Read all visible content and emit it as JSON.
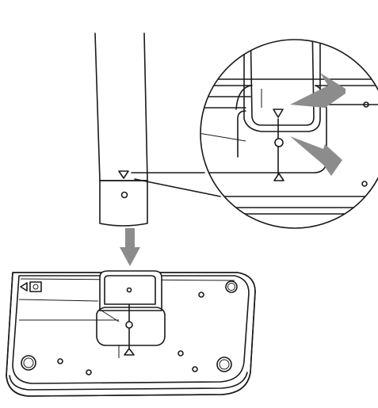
{
  "diagram": {
    "caption": "",
    "steps": [
      {
        "name": "insert-pole-into-base",
        "arrow_color": "#8c8c8c"
      }
    ],
    "icons": [
      "lock-icon",
      "alignment-triangle-marker",
      "rotate-arrow"
    ]
  }
}
